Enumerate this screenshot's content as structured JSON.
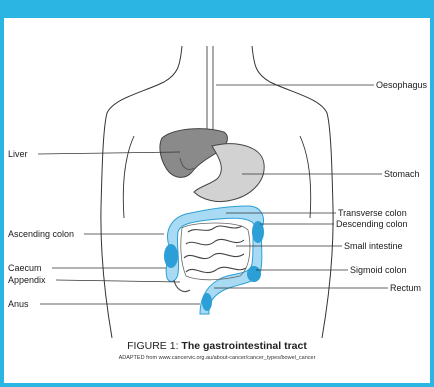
{
  "labels": {
    "oesophagus": "Oesophagus",
    "liver": "Liver",
    "stomach": "Stomach",
    "transverse_colon": "Transverse colon",
    "descending_colon": "Descending colon",
    "ascending_colon": "Ascending colon",
    "small_intestine": "Small intestine",
    "caecum": "Caecum",
    "sigmoid_colon": "Sigmoid colon",
    "appendix": "Appendix",
    "rectum": "Rectum",
    "anus": "Anus"
  },
  "caption": {
    "prefix": "FIGURE 1: ",
    "title": "The gastrointestinal tract",
    "credit": "ADAPTED from www.cancervic.org.au/about-cancer/cancer_types/bowel_cancer"
  },
  "colors": {
    "frame": "#2ab5e2",
    "colon_light": "#a9daf3",
    "colon_dark": "#2b9fd6",
    "liver": "#8a8a8a",
    "stomach": "#cfcfcf"
  }
}
